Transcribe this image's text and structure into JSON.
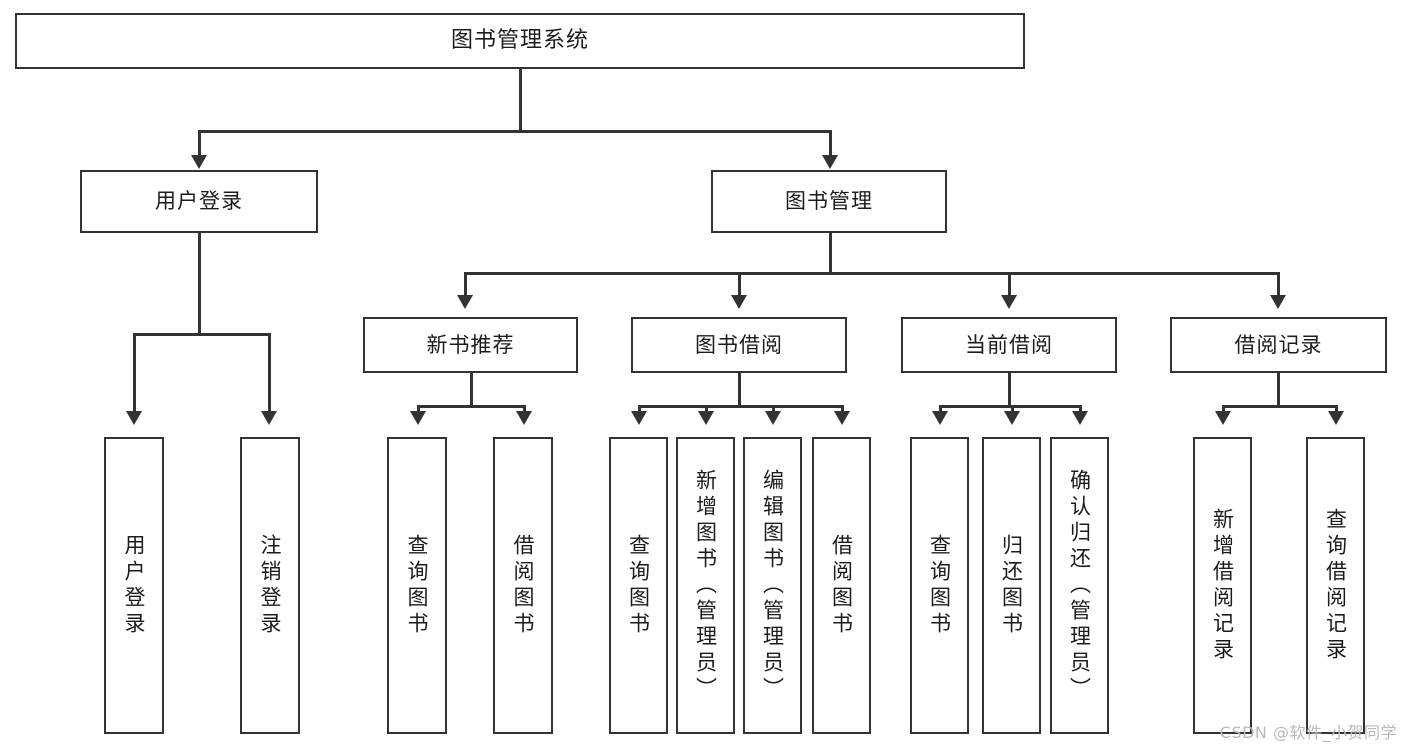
{
  "diagram": {
    "type": "tree",
    "title": "图书管理系统",
    "root": {
      "label": "图书管理系统"
    },
    "level2": [
      {
        "label": "用户登录"
      },
      {
        "label": "图书管理"
      }
    ],
    "level3": [
      {
        "label": "新书推荐"
      },
      {
        "label": "图书借阅"
      },
      {
        "label": "当前借阅"
      },
      {
        "label": "借阅记录"
      }
    ],
    "leaves": {
      "user_login": [
        {
          "label": "用户登录"
        },
        {
          "label": "注销登录"
        }
      ],
      "new_book_recommend": [
        {
          "label": "查询图书"
        },
        {
          "label": "借阅图书"
        }
      ],
      "book_borrow": [
        {
          "label": "查询图书"
        },
        {
          "label": "新增图书（管理员）"
        },
        {
          "label": "编辑图书（管理员）"
        },
        {
          "label": "借阅图书"
        }
      ],
      "current_borrow": [
        {
          "label": "查询图书"
        },
        {
          "label": "归还图书"
        },
        {
          "label": "确认归还（管理员）"
        }
      ],
      "borrow_record": [
        {
          "label": "新增借阅记录"
        },
        {
          "label": "查询借阅记录"
        }
      ]
    }
  },
  "watermark": {
    "text": "CSDN @软件_小贺同学"
  },
  "colors": {
    "stroke": "#333333",
    "text": "#1c1c1c",
    "background": "#ffffff",
    "watermark": "#b9b9b9"
  }
}
